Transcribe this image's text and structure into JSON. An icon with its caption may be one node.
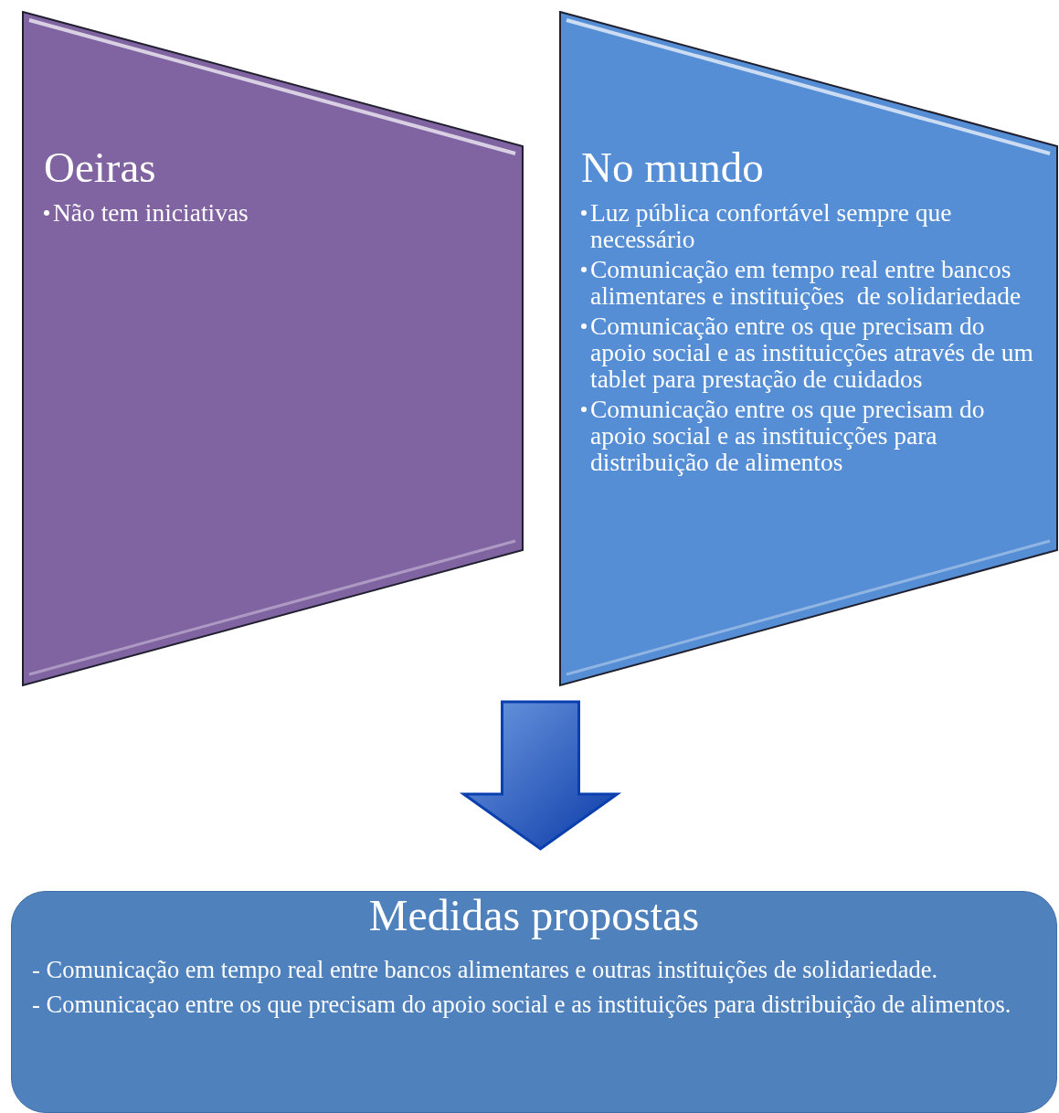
{
  "diagram": {
    "nodes": [
      {
        "text": [
          "Oeiras",
          "Não tem iniciativas"
        ]
      },
      {
        "text": [
          "No mundo",
          "Luz pública confortável sempre que necessário",
          "Comunicação em tempo real entre bancos alimentares e instituições  de solidariedade",
          "Comunicação entre os que precisam do apoio social e as instituicções através de um tablet para prestação de cuidados",
          "Comunicação entre os que precisam do apoio social e as instituicções para distribuição de alimentos"
        ]
      },
      {
        "text": [
          "Medidas propostas",
          "- Comunicação em tempo real entre bancos alimentares e outras instituições de solidariedade.",
          "- Comunicaçao entre os que precisam do apoio social e as instituições para distribuição de alimentos."
        ]
      }
    ],
    "edges": [
      {
        "from": 0,
        "to": 2,
        "arrow": "to",
        "style": "thick"
      },
      {
        "from": 1,
        "to": 2,
        "arrow": "to",
        "style": "thick"
      }
    ]
  }
}
